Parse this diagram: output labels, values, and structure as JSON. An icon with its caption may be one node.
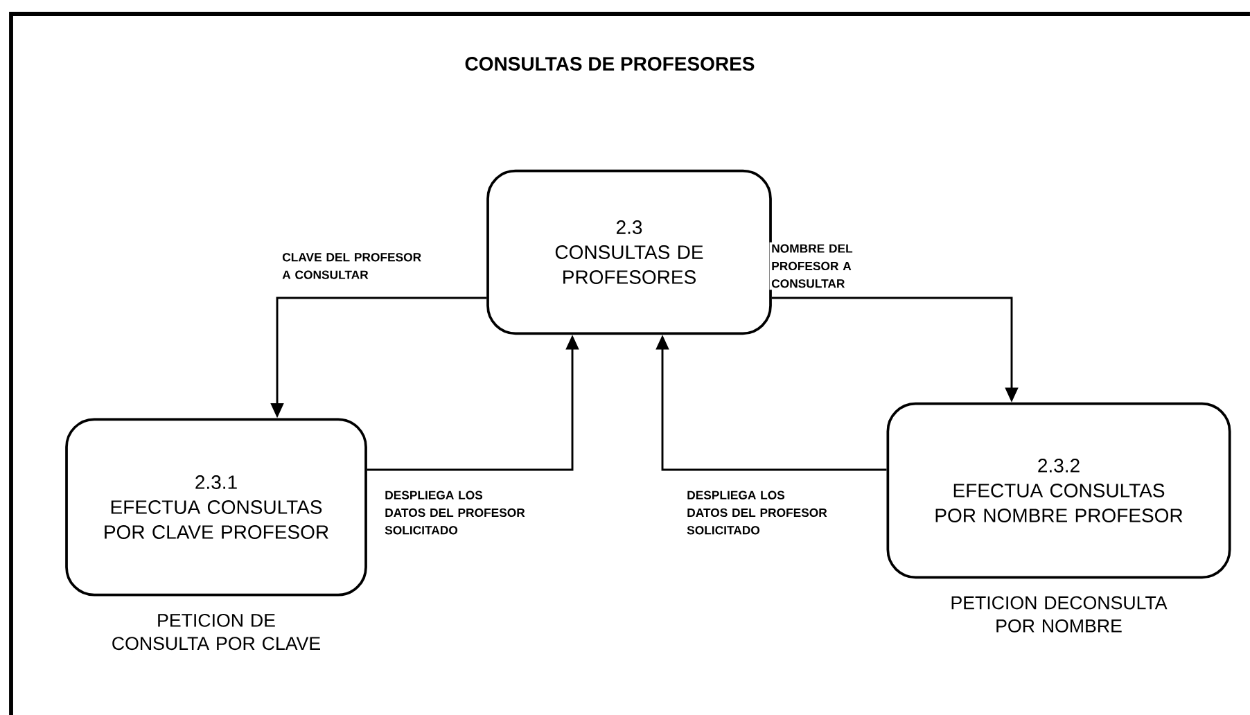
{
  "diagram": {
    "title": "CONSULTAS  DE PROFESORES",
    "nodes": [
      {
        "text": [
          "2.3",
          "CONSULTAS DE PROFESORES"
        ]
      },
      {
        "text": [
          "2.3.1",
          "EFECTUA CONSULTAS POR CLAVE PROFESOR"
        ],
        "beside": [
          "PETICION DE CONSULTA POR CLAVE"
        ]
      },
      {
        "text": [
          "2.3.2",
          "EFECTUA CONSULTAS POR NOMBRE PROFESOR"
        ],
        "beside": [
          "PETICION DECONSULTA POR NOMBRE"
        ]
      }
    ],
    "edges": [
      {
        "from": 0,
        "to": 1,
        "arrow": "to",
        "label": "CLAVE DEL PROFESOR A CONSULTAR"
      },
      {
        "from": 1,
        "to": 0,
        "arrow": "to",
        "label": "DESPLIEGA LOS DATOS DEL PROFESOR SOLICITADO"
      },
      {
        "from": 2,
        "to": 0,
        "arrow": "to",
        "label": "DESPLIEGA LOS DATOS DEL PROFESOR SOLICITADO"
      },
      {
        "from": 0,
        "to": 2,
        "arrow": "to",
        "label": "NOMBRE DEL PROFESOR A CONSULTAR"
      }
    ]
  }
}
